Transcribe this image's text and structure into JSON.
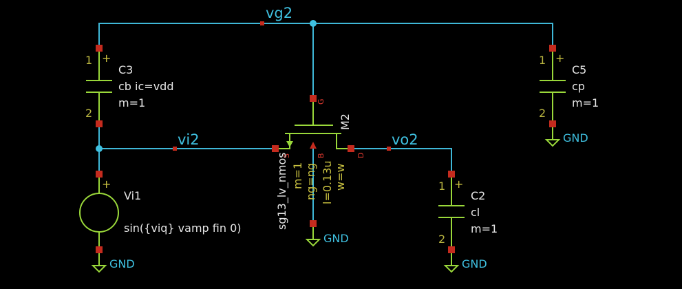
{
  "colors": {
    "wire": "#3fb8d8",
    "component": "#9ad83a",
    "pin": "#c42b1e",
    "pin_label": "#e03a30",
    "text": "#e6e6e6",
    "net_label": "#3fc0e0",
    "pin_number": "#b8b440",
    "gnd_label": "#3fc0e0",
    "param_text": "#c8c040"
  },
  "nets": {
    "vg2": "vg2",
    "vi2": "vi2",
    "vo2": "vo2"
  },
  "c3": {
    "name": "C3",
    "value": "cb ic=vdd",
    "mult": "m=1",
    "pin1": "1",
    "pin2": "2",
    "plus": "+"
  },
  "c5": {
    "name": "C5",
    "value": "cp",
    "mult": "m=1",
    "pin1": "1",
    "pin2": "2",
    "plus": "+",
    "gnd": "GND"
  },
  "c2": {
    "name": "C2",
    "value": "cl",
    "mult": "m=1",
    "pin1": "1",
    "pin2": "2",
    "plus": "+",
    "gnd": "GND"
  },
  "vi1": {
    "name": "Vi1",
    "value": "sin({viq} vamp fin 0)",
    "plus": "+",
    "gnd": "GND"
  },
  "m2": {
    "name": "M2",
    "model": "sg13_lv_nmos",
    "params": [
      "m=1",
      "ng=ng",
      "l=0.13u",
      "w=w"
    ],
    "pin_g": "G",
    "pin_s": "S",
    "pin_b": "B",
    "pin_d": "D",
    "gnd": "GND"
  }
}
